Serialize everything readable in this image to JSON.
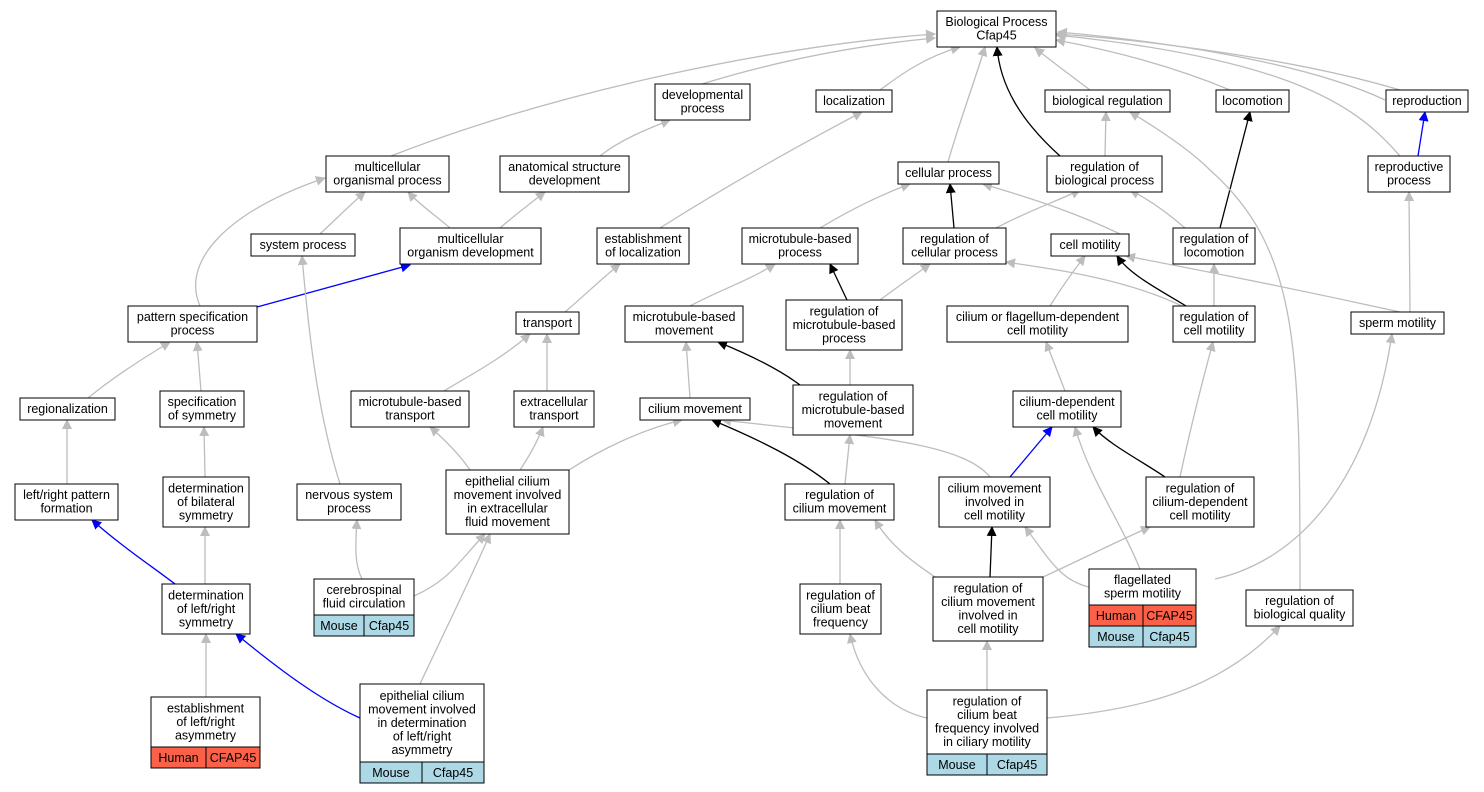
{
  "colors": {
    "gray": "#bdbdbd",
    "black": "#000000",
    "blue": "#0000ff",
    "human": "#fb6048",
    "mouse": "#add8e6"
  },
  "nodes": [
    {
      "id": "bp",
      "lines": [
        "Biological Process",
        "Cfap45"
      ]
    },
    {
      "id": "devproc",
      "lines": [
        "developmental",
        "process"
      ]
    },
    {
      "id": "localization",
      "lines": [
        "localization"
      ]
    },
    {
      "id": "bioreg",
      "lines": [
        "biological regulation"
      ]
    },
    {
      "id": "locomotion",
      "lines": [
        "locomotion"
      ]
    },
    {
      "id": "reproduction",
      "lines": [
        "reproduction"
      ]
    },
    {
      "id": "multorg",
      "lines": [
        "multicellular",
        "organismal process"
      ]
    },
    {
      "id": "anatdev",
      "lines": [
        "anatomical structure",
        "development"
      ]
    },
    {
      "id": "cellproc",
      "lines": [
        "cellular process"
      ]
    },
    {
      "id": "regbioproc",
      "lines": [
        "regulation of",
        "biological process"
      ]
    },
    {
      "id": "reproproc",
      "lines": [
        "reproductive",
        "process"
      ]
    },
    {
      "id": "sysproc",
      "lines": [
        "system process"
      ]
    },
    {
      "id": "multdev",
      "lines": [
        "multicellular",
        "organism development"
      ]
    },
    {
      "id": "estloc",
      "lines": [
        "establishment",
        "of localization"
      ]
    },
    {
      "id": "mtbproc",
      "lines": [
        "microtubule-based",
        "process"
      ]
    },
    {
      "id": "regcellproc",
      "lines": [
        "regulation of",
        "cellular process"
      ]
    },
    {
      "id": "cellmot",
      "lines": [
        "cell motility"
      ]
    },
    {
      "id": "regloco",
      "lines": [
        "regulation of",
        "locomotion"
      ]
    },
    {
      "id": "patspec",
      "lines": [
        "pattern specification",
        "process"
      ]
    },
    {
      "id": "transport",
      "lines": [
        "transport"
      ]
    },
    {
      "id": "mtbmove",
      "lines": [
        "microtubule-based",
        "movement"
      ]
    },
    {
      "id": "regmtbproc",
      "lines": [
        "regulation of",
        "microtubule-based",
        "process"
      ]
    },
    {
      "id": "cilflagmot",
      "lines": [
        "cilium or flagellum-dependent",
        "cell motility"
      ]
    },
    {
      "id": "regcellmot",
      "lines": [
        "regulation of",
        "cell motility"
      ]
    },
    {
      "id": "spermmot",
      "lines": [
        "sperm motility"
      ]
    },
    {
      "id": "regionalization",
      "lines": [
        "regionalization"
      ]
    },
    {
      "id": "specsym",
      "lines": [
        "specification",
        "of symmetry"
      ]
    },
    {
      "id": "mtbtrans",
      "lines": [
        "microtubule-based",
        "transport"
      ]
    },
    {
      "id": "extratrans",
      "lines": [
        "extracellular",
        "transport"
      ]
    },
    {
      "id": "cilmove",
      "lines": [
        "cilium movement"
      ]
    },
    {
      "id": "regmtbmove",
      "lines": [
        "regulation of",
        "microtubule-based",
        "movement"
      ]
    },
    {
      "id": "cildepmot",
      "lines": [
        "cilium-dependent",
        "cell motility"
      ]
    },
    {
      "id": "lrpattern",
      "lines": [
        "left/right pattern",
        "formation"
      ]
    },
    {
      "id": "detbilat",
      "lines": [
        "determination",
        "of bilateral",
        "symmetry"
      ]
    },
    {
      "id": "nervsys",
      "lines": [
        "nervous system",
        "process"
      ]
    },
    {
      "id": "epicilextra",
      "lines": [
        "epithelial cilium",
        "movement involved",
        "in extracellular",
        "fluid movement"
      ]
    },
    {
      "id": "regcilmove",
      "lines": [
        "regulation of",
        "cilium movement"
      ]
    },
    {
      "id": "cilmovecellmot",
      "lines": [
        "cilium movement",
        "involved in",
        "cell motility"
      ]
    },
    {
      "id": "regcildepmot",
      "lines": [
        "regulation of",
        "cilium-dependent",
        "cell motility"
      ]
    },
    {
      "id": "detlr",
      "lines": [
        "determination",
        "of left/right",
        "symmetry"
      ]
    },
    {
      "id": "csf",
      "lines": [
        "cerebrospinal",
        "fluid circulation"
      ],
      "rows": [
        [
          "Mouse",
          "Cfap45"
        ]
      ]
    },
    {
      "id": "regcilbeat",
      "lines": [
        "regulation of",
        "cilium beat",
        "frequency"
      ]
    },
    {
      "id": "regcilmovecellmot",
      "lines": [
        "regulation of",
        "cilium movement",
        "involved in",
        "cell motility"
      ]
    },
    {
      "id": "flagsperm",
      "lines": [
        "flagellated",
        "sperm motility"
      ],
      "rows": [
        [
          "Human",
          "CFAP45"
        ],
        [
          "Mouse",
          "Cfap45"
        ]
      ]
    },
    {
      "id": "regbioqual",
      "lines": [
        "regulation of",
        "biological quality"
      ]
    },
    {
      "id": "estlr",
      "lines": [
        "establishment",
        "of left/right",
        "asymmetry"
      ],
      "rows": [
        [
          "Human",
          "CFAP45"
        ]
      ]
    },
    {
      "id": "epicildet",
      "lines": [
        "epithelial cilium",
        "movement involved",
        "in determination",
        "of left/right",
        "asymmetry"
      ],
      "rows": [
        [
          "Mouse",
          "Cfap45"
        ]
      ]
    },
    {
      "id": "regcilbeatciliary",
      "lines": [
        "regulation of",
        "cilium beat",
        "frequency involved",
        "in ciliary motility"
      ],
      "rows": [
        [
          "Mouse",
          "Cfap45"
        ]
      ]
    }
  ]
}
